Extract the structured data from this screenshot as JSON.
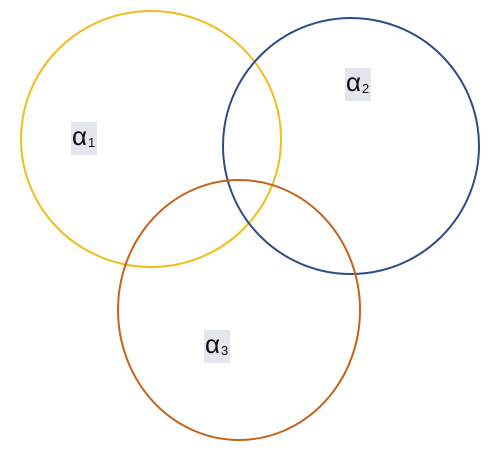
{
  "sets": [
    {
      "symbol": "α",
      "subscript": "1",
      "stroke": "#f2bc1b"
    },
    {
      "symbol": "α",
      "subscript": "2",
      "stroke": "#2e4d86"
    },
    {
      "symbol": "α",
      "subscript": "3",
      "stroke": "#c5631b"
    }
  ]
}
